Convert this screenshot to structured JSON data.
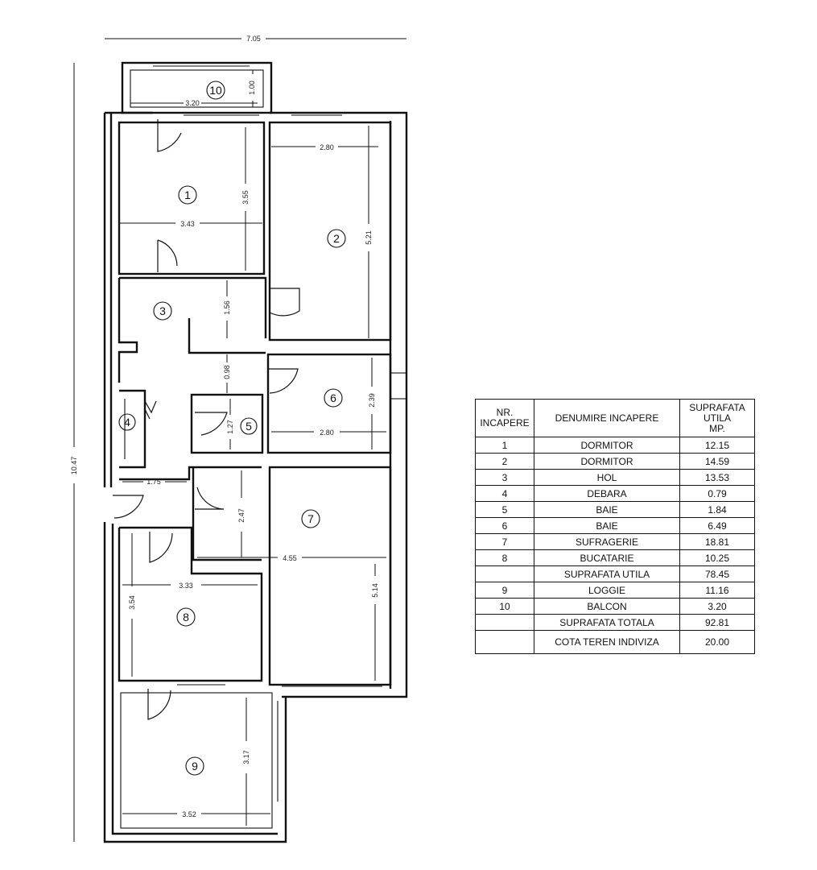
{
  "plan": {
    "dimensions": {
      "overall_width": "7.05",
      "overall_height": "10.47",
      "balcon_width": "3.20",
      "balcon_depth": "1.00",
      "r1_width": "3.43",
      "r1_height": "3.55",
      "r2_width": "2.80",
      "r2_height": "5.21",
      "r3_depth": "1.56",
      "hol_width": "0.98",
      "r6_height": "2.39",
      "r6_width": "2.80",
      "r5_width": "1.27",
      "hol_length": "1.75",
      "r7_height": "2.47",
      "r7_width": "4.55",
      "r7_depth": "5.14",
      "r8_width": "3.33",
      "r8_height": "3.54",
      "r9_height": "3.17",
      "r9_width": "3.52"
    },
    "room_numbers": [
      "1",
      "2",
      "3",
      "4",
      "5",
      "6",
      "7",
      "8",
      "9",
      "10"
    ]
  },
  "table": {
    "headers": {
      "nr": [
        "NR.",
        "INCAPERE"
      ],
      "name": "DENUMIRE INCAPERE",
      "area": [
        "SUPRAFATA",
        "UTILA",
        "MP."
      ]
    },
    "rows": [
      {
        "nr": "1",
        "name": "DORMITOR",
        "area": "12.15"
      },
      {
        "nr": "2",
        "name": "DORMITOR",
        "area": "14.59"
      },
      {
        "nr": "3",
        "name": "HOL",
        "area": "13.53"
      },
      {
        "nr": "4",
        "name": "DEBARA",
        "area": "0.79"
      },
      {
        "nr": "5",
        "name": "BAIE",
        "area": "1.84"
      },
      {
        "nr": "6",
        "name": "BAIE",
        "area": "6.49"
      },
      {
        "nr": "7",
        "name": "SUFRAGERIE",
        "area": "18.81"
      },
      {
        "nr": "8",
        "name": "BUCATARIE",
        "area": "10.25"
      },
      {
        "nr": "",
        "name": "SUPRAFATA UTILA",
        "area": "78.45"
      },
      {
        "nr": "9",
        "name": "LOGGIE",
        "area": "11.16"
      },
      {
        "nr": "10",
        "name": "BALCON",
        "area": "3.20"
      },
      {
        "nr": "",
        "name": "SUPRAFATA TOTALA",
        "area": "92.81"
      },
      {
        "nr": "",
        "name": "COTA TEREN INDIVIZA",
        "area": "20.00"
      }
    ]
  }
}
